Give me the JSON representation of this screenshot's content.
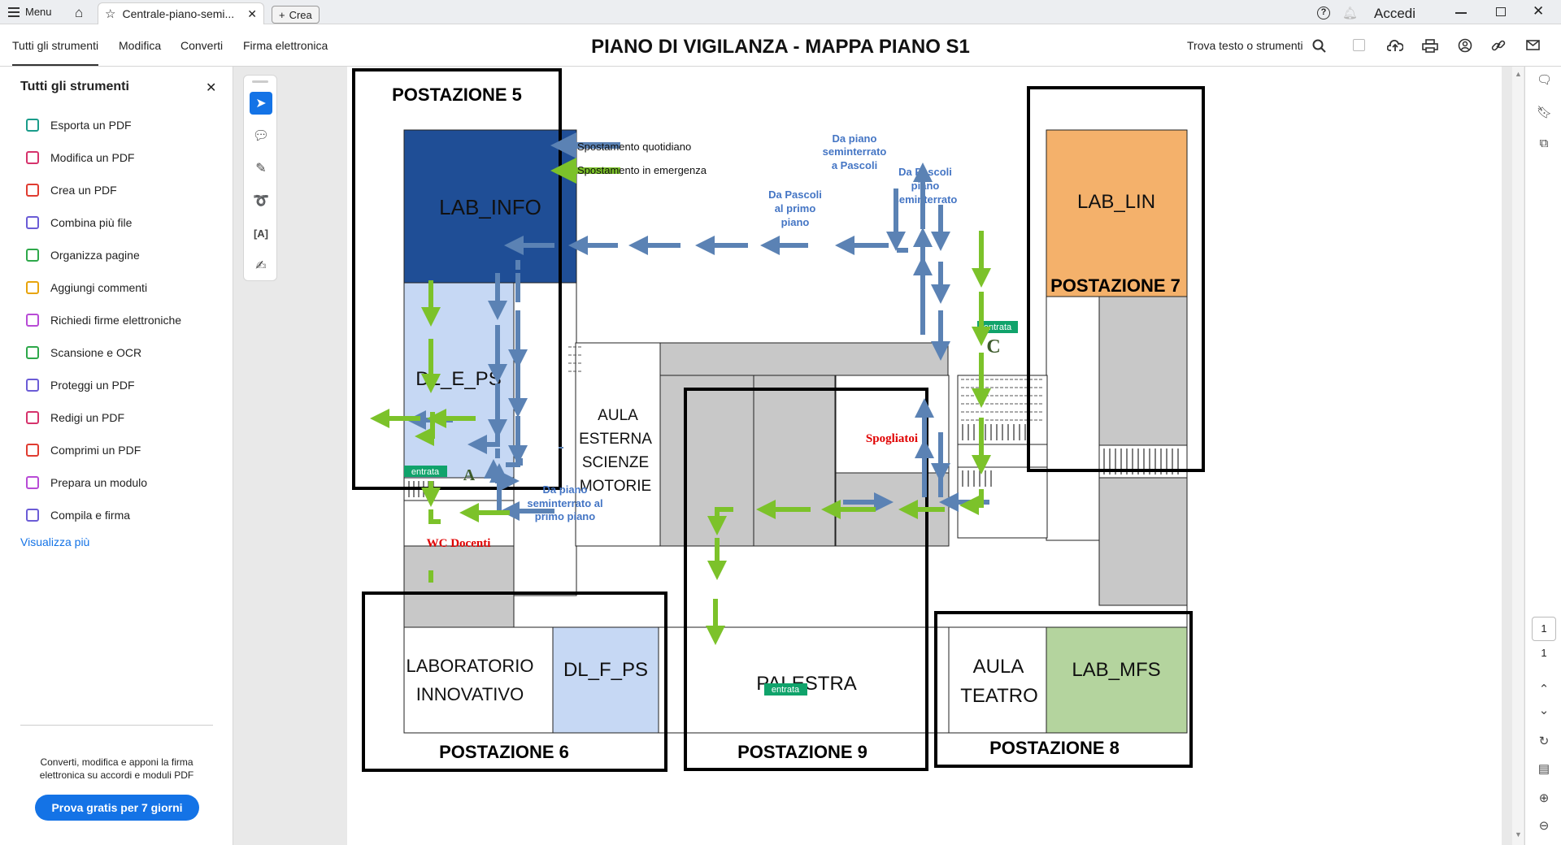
{
  "tabbar": {
    "menu_label": "Menu",
    "tab_label": "Centrale-piano-semi...",
    "crea_label": "Crea",
    "accedi_label": "Accedi"
  },
  "toolbar": {
    "menu_items": [
      "Tutti gli strumenti",
      "Modifica",
      "Converti",
      "Firma elettronica"
    ],
    "doc_title": "PIANO DI VIGILANZA - MAPPA PIANO S1",
    "search_label": "Trova testo o strumenti"
  },
  "left_panel": {
    "title": "Tutti gli strumenti",
    "tools": [
      {
        "label": "Esporta un PDF",
        "color": "#1a9c8a"
      },
      {
        "label": "Modifica un PDF",
        "color": "#d6336c"
      },
      {
        "label": "Crea un PDF",
        "color": "#e03c31"
      },
      {
        "label": "Combina più file",
        "color": "#6b5cd6"
      },
      {
        "label": "Organizza pagine",
        "color": "#2ea84a"
      },
      {
        "label": "Aggiungi commenti",
        "color": "#e8a40c"
      },
      {
        "label": "Richiedi firme elettroniche",
        "color": "#b84bd6"
      },
      {
        "label": "Scansione e OCR",
        "color": "#2ea84a"
      },
      {
        "label": "Proteggi un PDF",
        "color": "#6b5cd6"
      },
      {
        "label": "Redigi un PDF",
        "color": "#d6336c"
      },
      {
        "label": "Comprimi un PDF",
        "color": "#e03c31"
      },
      {
        "label": "Prepara un modulo",
        "color": "#b84bd6"
      },
      {
        "label": "Compila e firma",
        "color": "#6b5cd6"
      }
    ],
    "view_more": "Visualizza più",
    "promo_text": "Converti, modifica e apponi la firma elettronica su accordi e moduli PDF",
    "promo_button": "Prova gratis per 7 giorni"
  },
  "pagination": {
    "current": "1",
    "total": "1"
  },
  "map": {
    "postazioni": [
      "POSTAZIONE 5",
      "POSTAZIONE 7",
      "POSTAZIONE 6",
      "POSTAZIONE 9",
      "POSTAZIONE 8"
    ],
    "rooms": {
      "lab_info": "LAB_INFO",
      "lab_lin": "LAB_LIN",
      "dl_e_ps": "DL_E_PS",
      "aula_esterna": [
        "AULA",
        "ESTERNA",
        "SCIENZE",
        "MOTORIE"
      ],
      "spogliatoi": "Spogliatoi",
      "wc_docenti": "WC Docenti",
      "lab_innovativo": [
        "LABORATORIO",
        "INNOVATIVO"
      ],
      "dl_f_ps": "DL_F_PS",
      "palestra": "PALESTRA",
      "aula_teatro": [
        "AULA",
        "TEATRO"
      ],
      "lab_mfs": "LAB_MFS"
    },
    "legend": {
      "daily": "Spostamento quotidiano",
      "emergency": "Spostamento in emergenza"
    },
    "notes": {
      "da_piano_sem_pascoli": [
        "Da piano",
        "seminterrato",
        "a Pascoli"
      ],
      "da_pascoli_sem": [
        "Da Pascoli",
        "piano",
        "seminterrato"
      ],
      "da_pascoli_primo": [
        "Da Pascoli",
        "al primo",
        "piano"
      ],
      "da_piano_sem_primo": [
        "Da piano",
        "seminterrato al",
        "primo piano"
      ]
    },
    "entrances": [
      "entrata",
      "entrata",
      "entrata"
    ],
    "markers": [
      "A",
      "C"
    ],
    "colors": {
      "lab_info": "#1f4e96",
      "lab_lin": "#f4b16b",
      "dl_light": "#c6d8f4",
      "lab_mfs": "#b4d49e",
      "grey": "#c8c8c8",
      "blue_arrow": "#5b82b4",
      "green_arrow": "#7cc22a",
      "entrata": "#10a36b",
      "note_blue": "#4475c4",
      "red_text": "#e00000"
    }
  }
}
